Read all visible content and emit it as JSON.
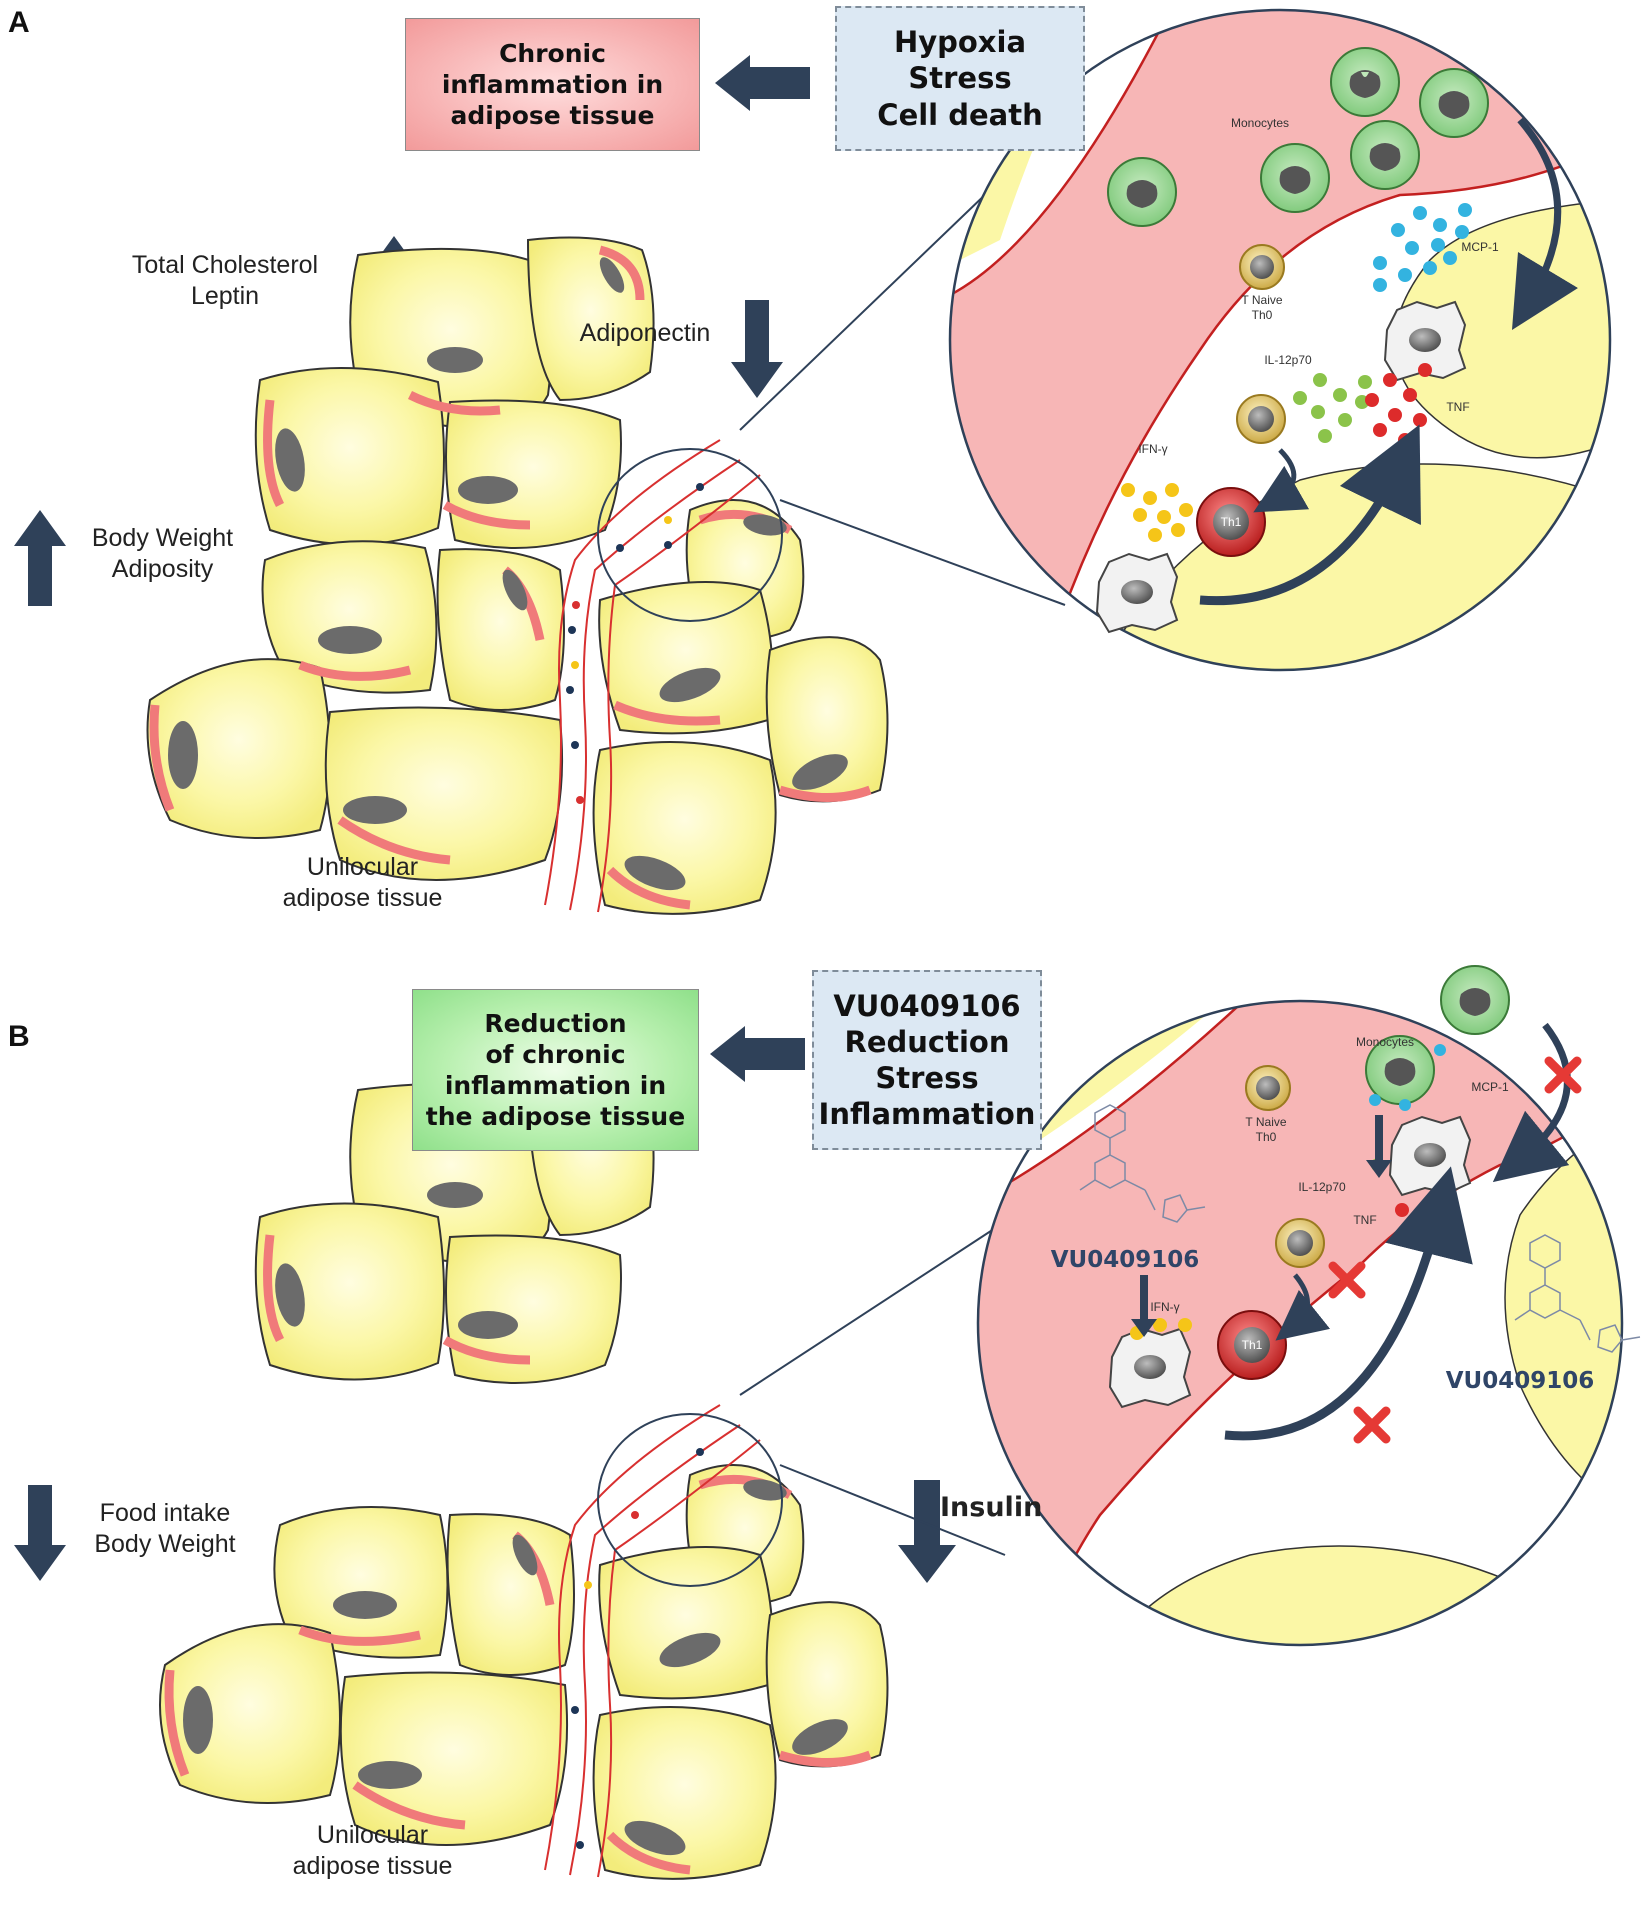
{
  "colors": {
    "inflamed_box": "#f5aaaa",
    "resolved_box": "#a8eaa0",
    "condition_box": "#dce8f3",
    "adipocyte": "#fbf7a6",
    "vessel": "#f6a7a7",
    "arrow": "#2f4159",
    "monocyte": "#9fd59a",
    "mcp1": "#33b3e0",
    "il12": "#8bc34a",
    "tnf": "#dd2b2b",
    "ifn": "#f5c518",
    "block_x": "#e53935"
  },
  "panel_a": {
    "letter": "A",
    "outcome": "Chronic\ninflammation in\nadipose tissue",
    "conditions": "Hypoxia\nStress\nCell death",
    "up_label": "Total Cholesterol\nLeptin",
    "down_label": "Adiponectin",
    "body_label": "Body Weight\nAdiposity",
    "tissue_label": "Unilocular\nadipose tissue",
    "zoom": {
      "monocytes": "Monocytes",
      "t_naive": "T Naive\nTh0",
      "mcp1": "MCP-1",
      "il12": "IL-12p70",
      "tnf": "TNF",
      "ifn": "IFN-γ",
      "th1": "Th1"
    }
  },
  "panel_b": {
    "letter": "B",
    "outcome": "Reduction\nof chronic\ninflammation in\nthe adipose tissue",
    "conditions": "VU0409106\nReduction\nStress\nInflammation",
    "body_label": "Food intake\nBody Weight",
    "tissue_label": "Unilocular\nadipose tissue",
    "insulin_label": "Insulin",
    "zoom": {
      "monocytes": "Monocytes",
      "t_naive": "T Naive\nTh0",
      "mcp1": "MCP-1",
      "il12": "IL-12p70",
      "tnf": "TNF",
      "ifn": "IFN-γ",
      "th1": "Th1",
      "drug_left": "VU0409106",
      "drug_right": "VU0409106"
    }
  }
}
